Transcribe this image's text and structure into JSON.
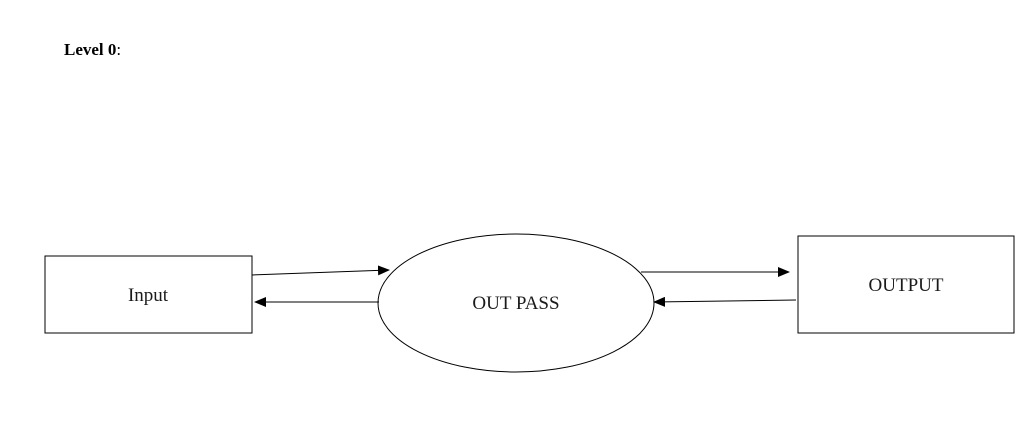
{
  "heading": {
    "label": "Level 0",
    "suffix": ":"
  },
  "diagram": {
    "nodes": {
      "input": {
        "label": "Input",
        "shape": "rectangle"
      },
      "process": {
        "label": "OUT PASS",
        "shape": "ellipse"
      },
      "output": {
        "label": "OUTPUT",
        "shape": "rectangle"
      }
    },
    "edges": [
      {
        "from": "input",
        "to": "process"
      },
      {
        "from": "process",
        "to": "input"
      },
      {
        "from": "process",
        "to": "output"
      },
      {
        "from": "output",
        "to": "process"
      }
    ]
  }
}
